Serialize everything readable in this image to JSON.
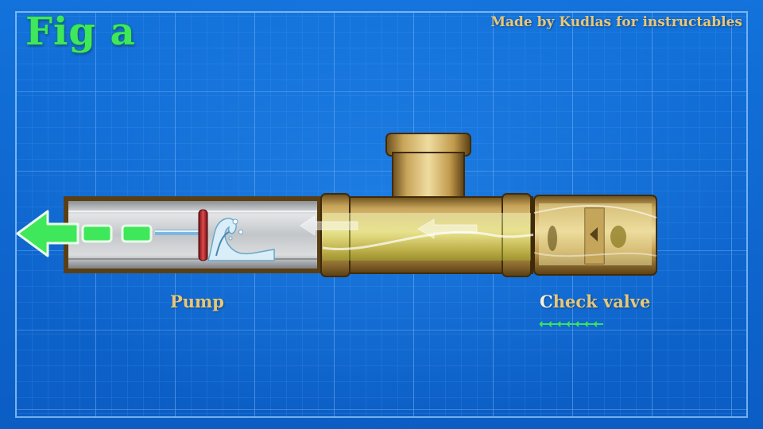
{
  "title": "Fig a",
  "credit": "Made by Kudlas for instructables",
  "labels": {
    "pump": "Pump",
    "check_valve": "Check valve",
    "check_valve_first_letter": "C",
    "check_valve_rest": "heck valve",
    "flow_arrows": "←←←←←←←"
  },
  "colors": {
    "background": "#0d63c9",
    "grid": "#5aa2ee",
    "title_green": "#3ee85a",
    "label_gold": "#e8c777",
    "brass": "#c9a85a",
    "pump_body": "#b9bcbf",
    "piston": "#b8262a"
  },
  "icons": [
    "flow-arrow-left-icon",
    "water-splash-icon",
    "valve-arrow-icon"
  ]
}
